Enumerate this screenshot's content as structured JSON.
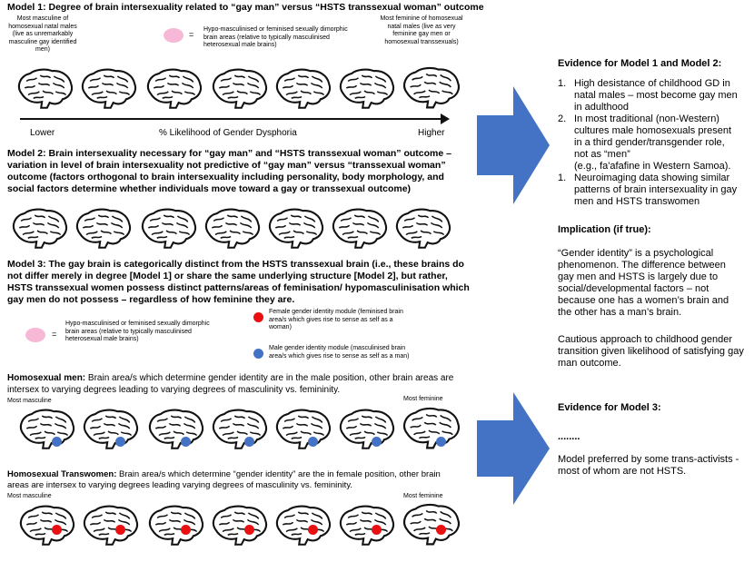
{
  "model1": {
    "title": "Model 1: Degree of brain intersexuality related to “gay man” versus “HSTS transsexual woman” outcome",
    "left_label": "Most masculine of homosexual natal males (live as unremarkably masculine gay identified men)",
    "legend_text": "Hypo-masculinised or feminised sexually dimorphic brain areas (relative to typically masculinised heterosexual male brains)",
    "legend_eq": "=",
    "right_label": "Most feminine of homosexual natal males (live as very feminine gay men or homosexual transsexuals)",
    "axis_lower": "Lower",
    "axis_mid": "% Likelihood of Gender Dysphoria",
    "axis_higher": "Higher"
  },
  "model2": {
    "title": "Model 2: Brain intersexuality necessary for “gay man” and “HSTS transsexual woman” outcome – variation in level of brain intersexuality not predictive of “gay man” versus “transsexual woman” outcome (factors orthogonal to brain intersexuality including personality, body morphology, and social factors determine whether individuals move toward a gay or transsexual outcome)"
  },
  "model3": {
    "title": "Model 3: The gay brain is categorically distinct from the HSTS transsexual brain (i.e., these brains do not differ merely in degree [Model 1] or share the same underlying structure [Model 2], but rather, HSTS transsexual women possess distinct patterns/areas of feminisation/ hypomasculinisation which gay men do not possess – regardless of how feminine they are.",
    "legend_pink_eq": "=",
    "legend_pink": "Hypo-masculinised or feminised sexually dimorphic brain areas (relative to typically masculinised heterosexual male brains)",
    "legend_red": "Female gender identity module (feminised brain area/s which gives rise to sense as self as a woman)",
    "legend_blue": "Male gender identity module (masculinised brain area/s which gives rise to sense as self as a man)",
    "men_head": "Homosexual men:",
    "men_text": " Brain area/s which determine gender identity are in the male position, other brain areas are intersex to varying degrees leading to varying degrees of masculinity vs. femininity.",
    "men_most_masc": "Most masculine",
    "men_most_fem": "Most feminine",
    "tw_head": "Homosexual Transwomen:",
    "tw_text": " Brain area/s which determine “gender identity” are the in female position, other brain areas are intersex to varying degrees leading varying degrees of masculinity vs. femininity.",
    "tw_most_masc": "Most masculine",
    "tw_most_fem": "Most feminine"
  },
  "right": {
    "evidence12_title": "Evidence for Model 1 and Model 2:",
    "evidence12_items": [
      "High desistance of childhood GD in natal males – most become gay men in adulthood",
      " In most traditional (non-Western) cultures male homosexuals present in a third gender/transgender role, not as “men”\n(e.g., fa'afafine in Western Samoa).",
      " Neuroimaging data showing similar patterns of brain intersexuality in gay men and HSTS transwomen"
    ],
    "evidence12_numbers": [
      "1.",
      "2.",
      "1."
    ],
    "implication_title": "Implication (if true):",
    "implication_p1": "“Gender identity” is a psychological phenomenon. The difference between gay men and HSTS is largely due to social/developmental factors – not because one has a women’s brain and the other has a man’s brain.",
    "implication_p2": "Cautious approach to childhood gender transition given likelihood of satisfying gay man outcome.",
    "evidence3_title": "Evidence for Model 3:",
    "evidence3_dots": "........",
    "evidence3_text": "Model preferred by some trans-activists - most of whom are not HSTS."
  },
  "colors": {
    "pink": "#f6b8d6",
    "arrow_blue": "#4472c4",
    "red_module": "#e81010",
    "blue_module": "#4472c4"
  }
}
